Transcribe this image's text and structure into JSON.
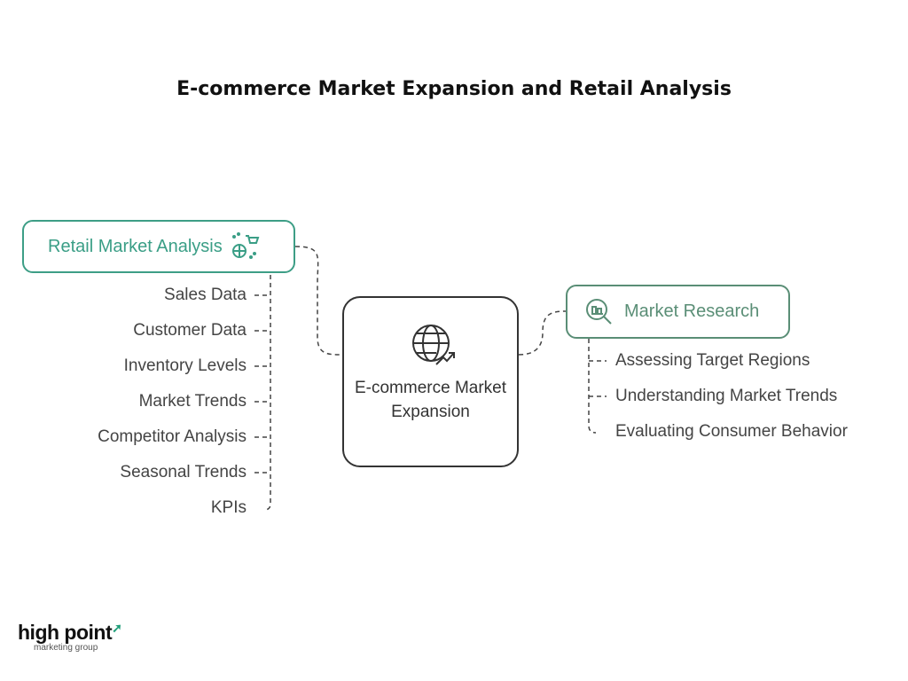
{
  "title": "E-commerce Market Expansion and Retail Analysis",
  "center": {
    "label": "E-commerce Market Expansion",
    "icon": "globe-growth-icon"
  },
  "retail": {
    "label": "Retail Market Analysis",
    "icon": "retail-cart-icon",
    "items": [
      "Sales Data",
      "Customer Data",
      "Inventory Levels",
      "Market Trends",
      "Competitor Analysis",
      "Seasonal Trends",
      "KPIs"
    ]
  },
  "research": {
    "label": "Market Research",
    "icon": "magnify-chart-icon",
    "items": [
      "Assessing Target Regions",
      "Understanding Market Trends",
      "Evaluating Consumer Behavior"
    ]
  },
  "logo": {
    "main": "high point",
    "sub": "marketing group"
  },
  "colors": {
    "retail": "#3a9e86",
    "research": "#5a8e76",
    "accent": "#1f9e79"
  }
}
